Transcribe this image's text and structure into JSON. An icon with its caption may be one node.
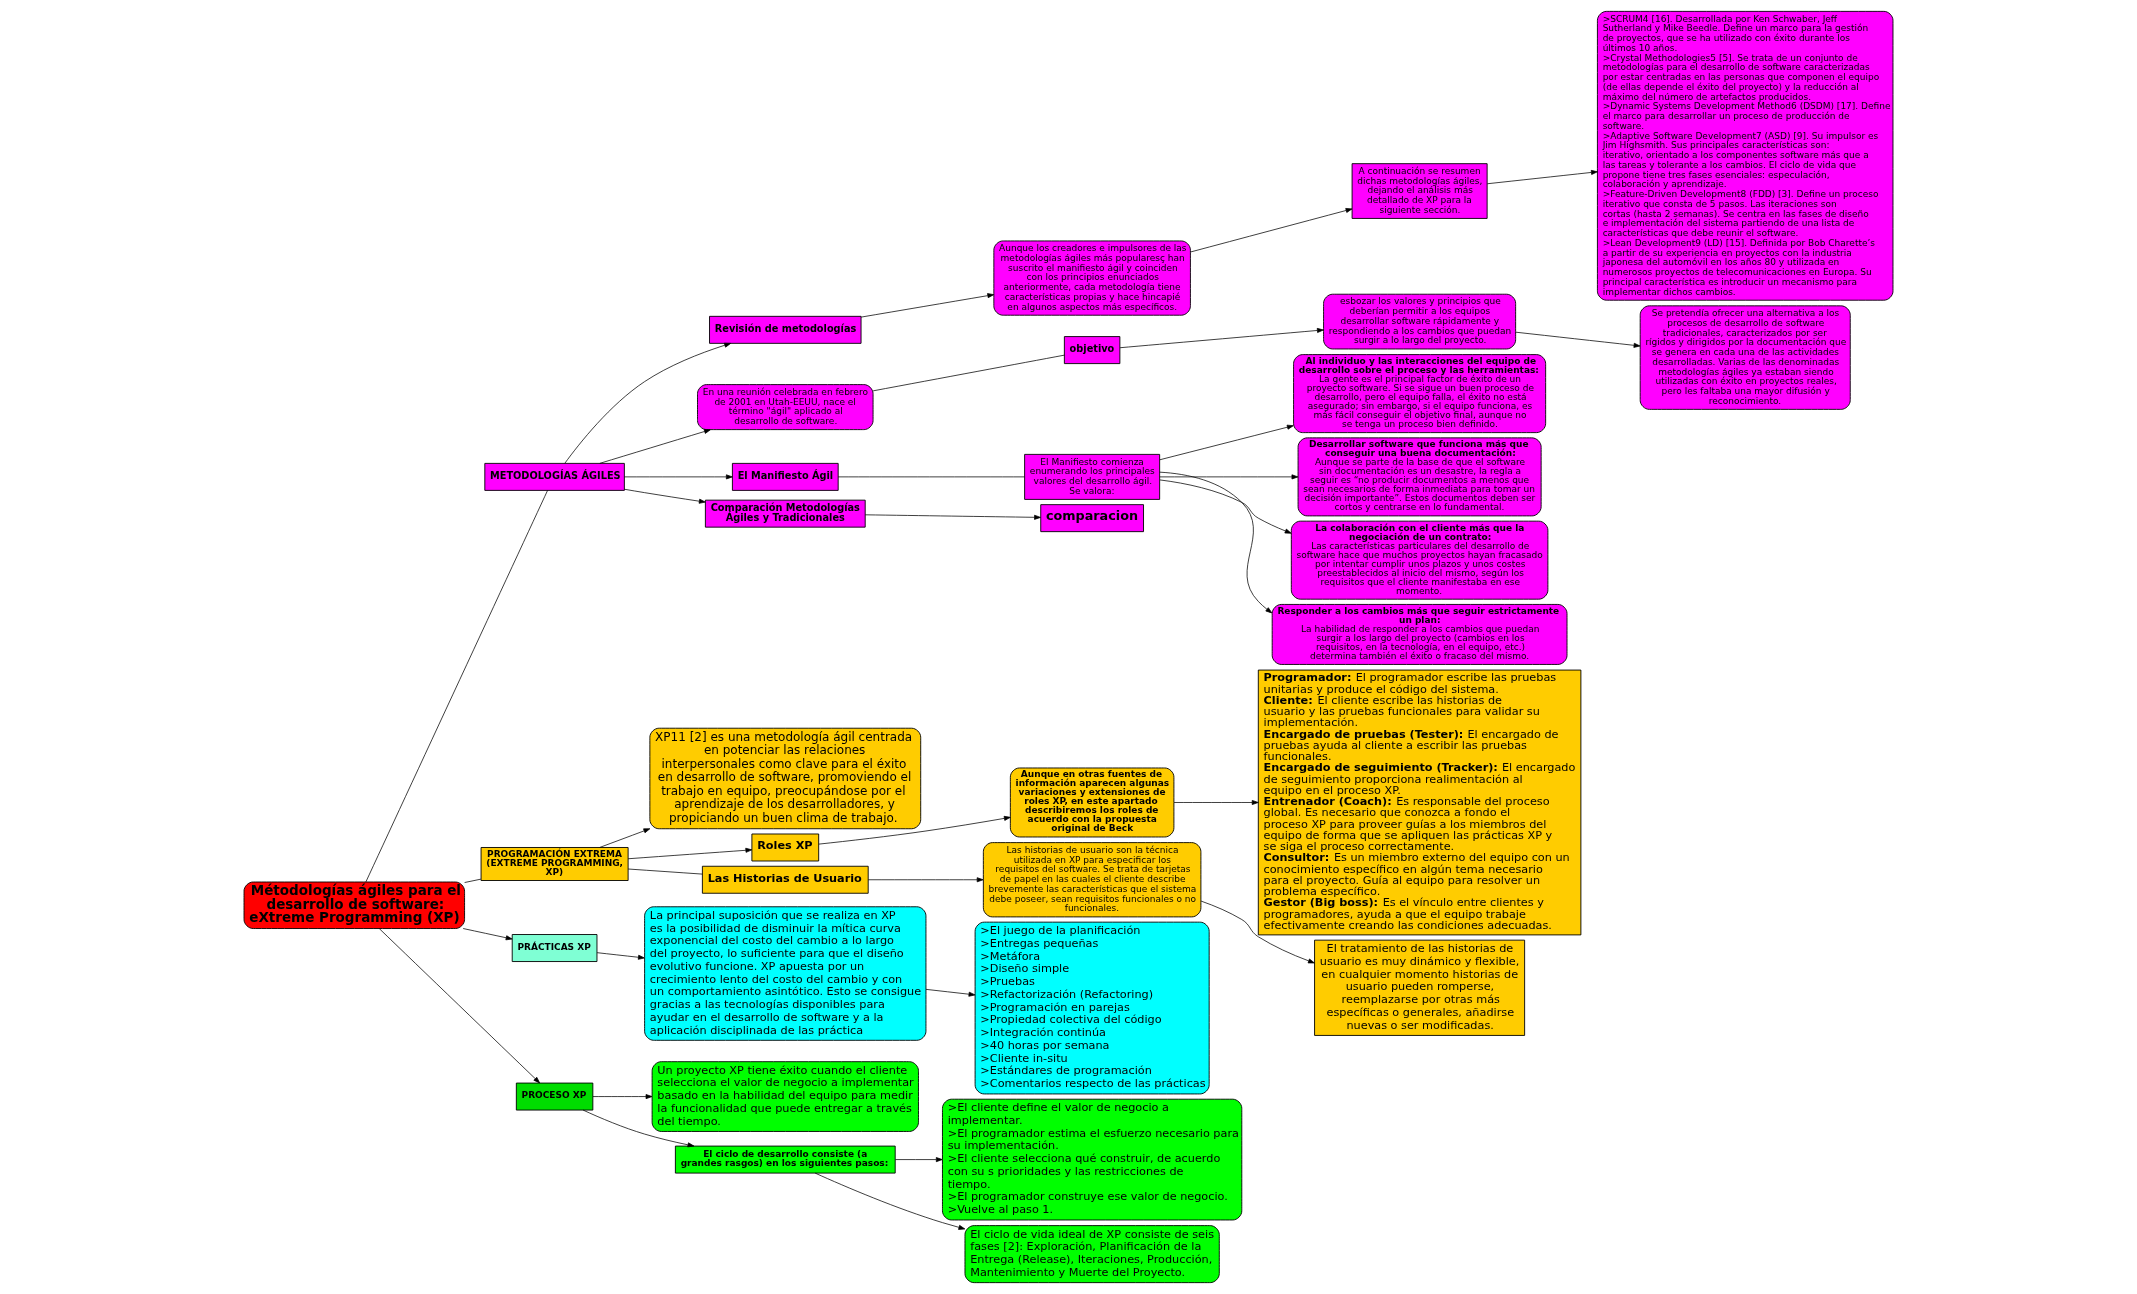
{
  "diagram": {
    "nodes": [
      {
        "text": [
          "Métodologías ágiles para el desarrollo de software: eXtreme Programming (XP)"
        ]
      },
      {
        "text": [
          "METODOLOGÍAS ÁGILES"
        ]
      },
      {
        "text": [
          "Revisión de metodologías"
        ]
      },
      {
        "text": [
          "Aunque los creadores e impulsores de las metodologías ágiles más popularesç han suscrito el manifiesto ágil y coinciden con los principios enunciados anteriormente, cada metodología tiene características propias y hace hincapié en algunos aspectos más específicos."
        ]
      },
      {
        "text": [
          "A continuación se resumen dichas metodologías ágiles, dejando el análisis más detallado de XP para la siguiente sección."
        ]
      },
      {
        "text": [
          ">SCRUM4 [16]. Desarrollada por Ken Schwaber, Jeff Sutherland y Mike Beedle. Define un marco para la gestión de proyectos, que se ha utilizado con éxito durante los últimos 10 años.",
          ">Crystal Methodologies5 [5]. Se trata de un conjunto de metodologías para el desarrollo de software caracterizadas por estar centradas en las personas que componen el equipo (de ellas depende el éxito del proyecto) y la reducción al máximo del número de artefactos producidos.",
          ">Dynamic Systems Development Method6 (DSDM) [17]. Define el marco para desarrollar un proceso de producción de software.",
          ">Adaptive Software Development7 (ASD) [9]. Su impulsor es Jim Highsmith. Sus principales características son: iterativo, orientado a los componentes software más que a las tareas y tolerante a los cambios. El ciclo de vida que propone tiene tres fases esenciales: especulación, colaboración y aprendizaje.",
          ">Feature-Driven Development8 (FDD) [3]. Define un proceso iterativo que consta de 5 pasos. Las iteraciones son cortas (hasta 2 semanas). Se centra en las fases de diseño e implementación del sistema partiendo de una lista de características que debe reunir el software.",
          ">Lean Development9 (LD) [15]. Definida por Bob Charette’s a partir de su experiencia en proyectos con la industria japonesa del automóvil en los años 80 y utilizada en numerosos proyectos de telecomunicaciones en Europa. Su principal característica es introducir un mecanismo para implementar dichos cambios."
        ]
      },
      {
        "text": [
          "En una reunión celebrada en febrero de 2001 en Utah-EEUU, nace el término \"ágil\" aplicado al desarrollo de software."
        ]
      },
      {
        "text": [
          "objetivo"
        ]
      },
      {
        "text": [
          "esbozar los valores y principios que deberían permitir a los equipos desarrollar software rápidamente y respondiendo a los cambios que puedan surgir a lo largo del proyecto."
        ]
      },
      {
        "text": [
          "Se pretendía ofrecer una alternativa a los procesos de desarrollo de software tradicionales, caracterizados por ser rígidos y dirigidos por la documentación que se genera en cada una de las actividades desarrolladas. Varias de las denominadas metodologías ágiles ya estaban siendo utilizadas con éxito en proyectos reales, pero les faltaba una mayor difusión y reconocimiento."
        ]
      },
      {
        "text": [
          "El Manifiesto Ágil"
        ]
      },
      {
        "text": [
          "El Manifiesto comienza enumerando los principales valores del desarrollo ágil. Se valora:"
        ]
      },
      {
        "text": [
          "Al individuo y las interacciones del equipo de desarrollo sobre el proceso y las herramientas:",
          "La gente es el principal factor de éxito de un proyecto software. Si se sigue un buen proceso de desarrollo, pero el equipo falla, el éxito no está asegurado; sin embargo, si el equipo funciona, es más fácil conseguir el objetivo final, aunque no se tenga un proceso bien definido."
        ]
      },
      {
        "text": [
          "Desarrollar software que funciona más que conseguir una buena documentación:",
          "Aunque se parte de la base de que el software sin documentación es un desastre, la regla a seguir es “no producir documentos a menos que sean necesarios de forma inmediata para tomar un decisión importante”. Estos documentos deben ser cortos y centrarse en lo fundamental."
        ]
      },
      {
        "text": [
          "La colaboración con el cliente más que la negociación de un contrato:",
          "Las características particulares del desarrollo de software hace que muchos proyectos hayan fracasado por intentar cumplir unos plazos y unos costes preestablecidos al inicio del mismo, según los requisitos que el cliente manifestaba en ese momento."
        ]
      },
      {
        "text": [
          "Responder a los cambios más que seguir estrictamente un plan:",
          "La habilidad de responder a los cambios que puedan surgir a los largo del proyecto (cambios en los requisitos, en la tecnología, en el equipo, etc.) determina también el éxito o fracaso del mismo."
        ]
      },
      {
        "text": [
          "Comparación Metodologías Ágiles y Tradicionales"
        ]
      },
      {
        "text": [
          "comparacion"
        ]
      },
      {
        "text": [
          "PROGRAMACIÓN EXTREMA (EXTREME PROGRAMMING, XP)"
        ]
      },
      {
        "text": [
          "XP11 [2] es una metodología ágil centrada en potenciar las relaciones interpersonales como clave para el éxito en desarrollo de software, promoviendo el trabajo en equipo, preocupándose por el aprendizaje de los desarrolladores, y propiciando un buen clima de trabajo."
        ]
      },
      {
        "text": [
          "Roles XP"
        ]
      },
      {
        "text": [
          "Aunque en otras fuentes de información aparecen algunas variaciones y extensiones de roles XP, en este apartado describiremos los roles de acuerdo con la propuesta original de Beck"
        ]
      },
      {
        "text": [
          "**Programador:** El programador escribe las pruebas unitarias y produce el código del sistema.",
          "**Cliente:** El cliente escribe las historias de usuario y las pruebas funcionales para validar su implementación.",
          "**Encargado de pruebas (Tester):** El encargado de pruebas ayuda al cliente a escribir las pruebas funcionales.",
          "**Encargado de seguimiento (Tracker):** El encargado de seguimiento proporciona realimentación al equipo en el proceso XP.",
          "**Entrenador (Coach):** Es responsable del proceso global. Es necesario que conozca a fondo el proceso XP para proveer guías a los miembros del equipo de forma que se apliquen las prácticas XP y se siga el proceso correctamente.",
          "**Consultor:** Es un miembro externo del equipo con un conocimiento específico en algún tema necesario para el proyecto. Guía al equipo para resolver un problema específico.",
          "**Gestor (Big boss):** Es el vínculo entre clientes y programadores, ayuda a que el equipo trabaje efectivamente creando las condiciones adecuadas."
        ]
      },
      {
        "text": [
          "Las Historias de Usuario"
        ]
      },
      {
        "text": [
          "Las historias de usuario son la técnica utilizada en XP para especificar los requisitos del software. Se trata de tarjetas de papel en las cuales el cliente describe brevemente las características que el sistema debe poseer, sean requisitos funcionales o no funcionales."
        ]
      },
      {
        "text": [
          "El tratamiento de las historias de usuario es muy dinámico y flexible, en cualquier momento historias de usuario pueden romperse, reemplazarse por otras más específicas o generales, añadirse nuevas o ser modificadas."
        ]
      },
      {
        "text": [
          "PRÁCTICAS XP"
        ]
      },
      {
        "text": [
          "La principal suposición que se realiza en XP es la posibilidad de disminuir la mítica curva exponencial del costo del cambio a lo largo del proyecto, lo suficiente para que el diseño evolutivo funcione. XP apuesta por un crecimiento lento del costo del cambio y con un comportamiento asintótico. Esto se consigue gracias a las tecnologías disponibles para ayudar en el desarrollo de software y a la aplicación disciplinada de las práctica"
        ]
      },
      {
        "text": [
          ">El juego de la planificación",
          ">Entregas pequeñas",
          ">Metáfora",
          ">Diseño simple",
          ">Pruebas",
          ">Refactorización (Refactoring)",
          ">Programación en parejas",
          ">Propiedad colectiva del código",
          ">Integración continúa",
          ">40 horas por semana",
          ">Cliente in-situ",
          ">Estándares de programación",
          ">Comentarios respecto de las prácticas"
        ]
      },
      {
        "text": [
          "PROCESO XP"
        ]
      },
      {
        "text": [
          "Un proyecto XP tiene éxito cuando el cliente selecciona el valor de negocio a implementar basado en la habilidad del equipo para medir la funcionalidad que puede entregar a través del tiempo."
        ]
      },
      {
        "text": [
          "El ciclo de desarrollo consiste (a grandes rasgos) en los siguientes pasos:"
        ]
      },
      {
        "text": [
          ">El cliente define el valor de negocio a implementar.",
          ">El programador estima el esfuerzo necesario para su implementación.",
          ">El cliente selecciona qué construir, de acuerdo con su s prioridades y las restricciones de tiempo.",
          ">El programador construye ese valor de negocio.",
          ">Vuelve al paso 1."
        ]
      },
      {
        "text": [
          "El ciclo de vida ideal de XP consiste de seis fases [2]: Exploración, Planificación de la Entrega (Release), Iteraciones, Producción, Mantenimiento y Muerte del Proyecto."
        ]
      }
    ],
    "edges": [
      {
        "from": 0,
        "to": 1,
        "arrow": "none"
      },
      {
        "from": 1,
        "to": 2,
        "arrow": "to"
      },
      {
        "from": 2,
        "to": 3,
        "arrow": "to"
      },
      {
        "from": 3,
        "to": 4,
        "arrow": "to"
      },
      {
        "from": 4,
        "to": 5,
        "arrow": "to"
      },
      {
        "from": 1,
        "to": 6,
        "arrow": "to"
      },
      {
        "from": 6,
        "to": 7,
        "arrow": "none"
      },
      {
        "from": 7,
        "to": 8,
        "arrow": "to"
      },
      {
        "from": 8,
        "to": 9,
        "arrow": "to"
      },
      {
        "from": 1,
        "to": 10,
        "arrow": "to"
      },
      {
        "from": 10,
        "to": 11,
        "arrow": "none"
      },
      {
        "from": 11,
        "to": 12,
        "arrow": "to"
      },
      {
        "from": 11,
        "to": 13,
        "arrow": "to"
      },
      {
        "from": 11,
        "to": 14,
        "arrow": "to"
      },
      {
        "from": 11,
        "to": 15,
        "arrow": "to"
      },
      {
        "from": 1,
        "to": 16,
        "arrow": "to"
      },
      {
        "from": 16,
        "to": 17,
        "arrow": "to"
      },
      {
        "from": 0,
        "to": 18,
        "arrow": "none"
      },
      {
        "from": 18,
        "to": 19,
        "arrow": "to"
      },
      {
        "from": 18,
        "to": 20,
        "arrow": "to"
      },
      {
        "from": 20,
        "to": 21,
        "arrow": "to"
      },
      {
        "from": 21,
        "to": 22,
        "arrow": "to"
      },
      {
        "from": 18,
        "to": 23,
        "arrow": "none"
      },
      {
        "from": 23,
        "to": 24,
        "arrow": "to"
      },
      {
        "from": 24,
        "to": 25,
        "arrow": "to"
      },
      {
        "from": 0,
        "to": 26,
        "arrow": "to"
      },
      {
        "from": 26,
        "to": 27,
        "arrow": "to"
      },
      {
        "from": 27,
        "to": 28,
        "arrow": "to"
      },
      {
        "from": 0,
        "to": 29,
        "arrow": "to"
      },
      {
        "from": 29,
        "to": 30,
        "arrow": "to"
      },
      {
        "from": 29,
        "to": 31,
        "arrow": "to"
      },
      {
        "from": 31,
        "to": 32,
        "arrow": "to"
      },
      {
        "from": 31,
        "to": 33,
        "arrow": "to"
      }
    ]
  }
}
